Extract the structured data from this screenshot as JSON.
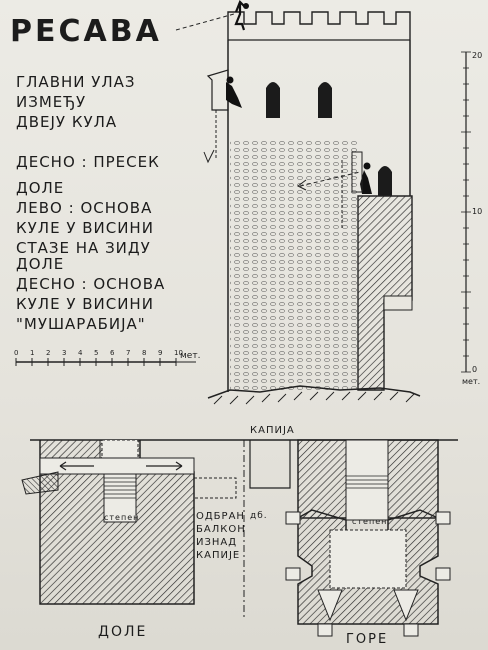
{
  "title": "РЕСАВА",
  "caption_main": "ГЛАВНИ УЛАЗ\nИЗМЕЂУ\nДВЕЈУ КУЛА",
  "caption_right": "ДЕСНО : ПРЕСЕК",
  "caption_left_bottom": "ДОЛЕ\nЛЕВО : ОСНОВА\nКУЛЕ У ВИСИНИ\nСТАЗЕ НА ЗИДУ",
  "caption_right_bottom": "ДОЛЕ\nДЕСНО : ОСНОВА\nКУЛЕ У ВИСИНИ\n\"МУШАРАБИЈА\"",
  "scale_bar": {
    "ticks": [
      "0",
      "1",
      "2",
      "3",
      "4",
      "5",
      "6",
      "7",
      "8",
      "9",
      "10"
    ],
    "unit": "мет."
  },
  "vertical_scale": {
    "ticks": [
      "20",
      "10",
      "0"
    ],
    "unit": "мет."
  },
  "plan_labels": {
    "gate": "КАПИЈА",
    "stairs_left": "степен",
    "stairs_right": "степен",
    "defense_balcony": "ОДБРАН\nБАЛКОН\nИЗНАД\nКАПИЈЕ",
    "db": "дб.",
    "bottom_left": "ДОЛЕ",
    "bottom_right": "ГОРЕ"
  }
}
